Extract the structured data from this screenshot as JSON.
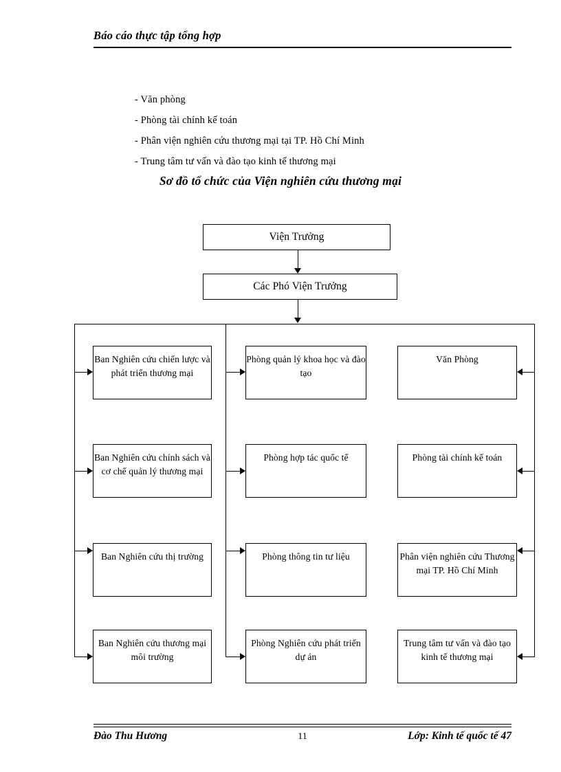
{
  "header": {
    "title": "Báo cáo thực tập tổng hợp"
  },
  "bullets": [
    "- Văn phòng",
    "- Phòng tài chính kế toán",
    "- Phân viện nghiên cứu thương mại tại TP. Hồ Chí Minh",
    "- Trung tâm tư vấn và đào tạo kinh tế thương mại"
  ],
  "chart_title": "Sơ đồ tổ chức của Viện nghiên cứu thương mại",
  "org_chart": {
    "top_nodes": [
      {
        "label": "Viện Trưởng"
      },
      {
        "label": "Các Phó Viện Trưởng"
      }
    ],
    "columns": [
      {
        "name": "column-ban",
        "nodes": [
          {
            "label": "Ban Nghiên cứu chiến lược và phát triển thương mại"
          },
          {
            "label": "Ban Nghiên cứu chính sách và cơ chế quản lý thương mại"
          },
          {
            "label": "Ban Nghiên cứu thị trường"
          },
          {
            "label": "Ban Nghiên cứu thương mại môi trường"
          }
        ]
      },
      {
        "name": "column-phong",
        "nodes": [
          {
            "label": "Phòng quản lý khoa học và đào tạo"
          },
          {
            "label": "Phòng hợp tác quốc tế"
          },
          {
            "label": "Phòng thông tin tư liệu"
          },
          {
            "label": "Phòng Nghiên cứu phát triển dự án"
          }
        ]
      },
      {
        "name": "column-donvi",
        "nodes": [
          {
            "label": "Văn Phòng"
          },
          {
            "label": "Phòng tài chính kế toán"
          },
          {
            "label": "Phân viện nghiên cứu Thương mại TP. Hồ Chí Minh"
          },
          {
            "label": "Trung tâm tư vấn và đào tạo kinh tế thương mại"
          }
        ]
      }
    ]
  },
  "footer": {
    "author": "Đào Thu Hương",
    "page_number": "11",
    "class": "Lớp: Kinh tế quốc tế 47"
  },
  "colors": {
    "ink": "#000000",
    "paper": "#ffffff"
  }
}
